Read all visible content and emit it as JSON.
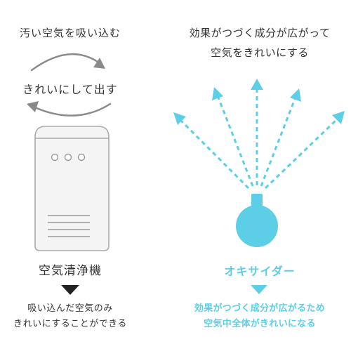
{
  "left": {
    "top_caption": "汚い空気を吸い込む",
    "cycle_caption": "きれいにして出す",
    "device_label": "空気清浄機",
    "result_line1": "吸い込んだ空気のみ",
    "result_line2": "きれいにすることができる"
  },
  "right": {
    "top_line1": "効果がつづく成分が広がって",
    "top_line2": "空気をきれいにする",
    "device_label": "オキサイダー",
    "result_line1": "効果がつづく成分が広がるため",
    "result_line2": "空気中全体がきれいになる"
  },
  "colors": {
    "accent": "#5ccfe6",
    "text": "#333333",
    "gray": "#888888",
    "purifier_fill": "#f4f4f4",
    "purifier_stroke": "#aaaaaa",
    "triangle": "#222222"
  },
  "icons": {
    "cycle_arrows": "circular-arrows-icon",
    "purifier": "air-purifier-icon",
    "diffuser": "diffuser-bottle-icon",
    "down_arrow_left": "down-triangle-icon",
    "down_arrow_right": "down-triangle-icon"
  }
}
